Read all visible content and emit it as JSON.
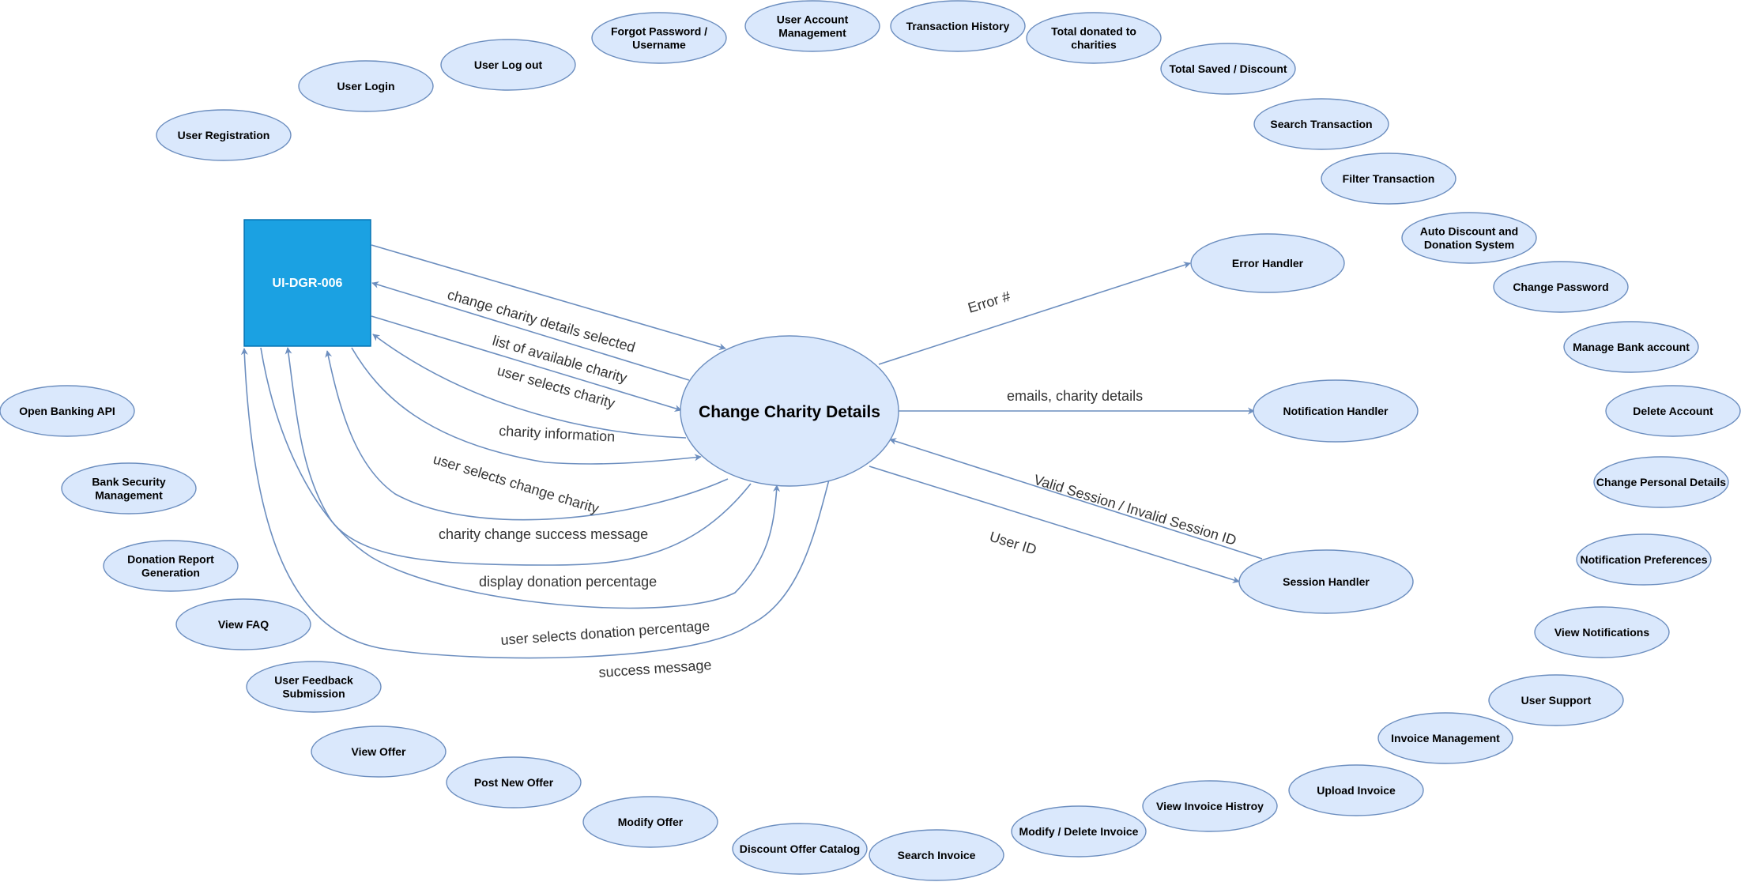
{
  "external_entity": {
    "label": "UI-DGR-006"
  },
  "process": {
    "label": "Change Charity Details"
  },
  "handlers": {
    "error": "Error Handler",
    "notification": "Notification Handler",
    "session": "Session Handler"
  },
  "flows": {
    "f1": "change charity details selected",
    "f2": "list of available charity",
    "f3": "user selects charity",
    "f4": "charity information",
    "f5": "user selects change charity",
    "f6": "charity change success message",
    "f7": "display donation percentage",
    "f8": "user selects donation percentage",
    "f9": "success message",
    "error": "Error #",
    "notify": "emails, charity details",
    "session_in": "Valid Session / Invalid Session ID",
    "session_out": "User ID"
  },
  "modules": [
    [
      "User Registration"
    ],
    [
      "User Login"
    ],
    [
      "User Log out"
    ],
    [
      "Forgot Password /",
      "Username"
    ],
    [
      "User Account",
      "Management"
    ],
    [
      "Transaction History"
    ],
    [
      "Total donated to",
      "charities"
    ],
    [
      "Total Saved / Discount"
    ],
    [
      "Search Transaction"
    ],
    [
      "Filter Transaction"
    ],
    [
      "Auto Discount and",
      "Donation System"
    ],
    [
      "Change Password"
    ],
    [
      "Manage Bank account"
    ],
    [
      "Delete Account"
    ],
    [
      "Change Personal Details"
    ],
    [
      "Notification Preferences"
    ],
    [
      "View Notifications"
    ],
    [
      "User Support"
    ],
    [
      "Invoice Management"
    ],
    [
      "Upload Invoice"
    ],
    [
      "View Invoice Histroy"
    ],
    [
      "Modify / Delete Invoice"
    ],
    [
      "Search Invoice"
    ],
    [
      "Discount Offer Catalog"
    ],
    [
      "Modify Offer"
    ],
    [
      "Post New Offer"
    ],
    [
      "View Offer"
    ],
    [
      "User Feedback",
      "Submission"
    ],
    [
      "View FAQ"
    ],
    [
      "Donation Report",
      "Generation"
    ],
    [
      "Bank Security",
      "Management"
    ],
    [
      "Open Banking API"
    ]
  ]
}
